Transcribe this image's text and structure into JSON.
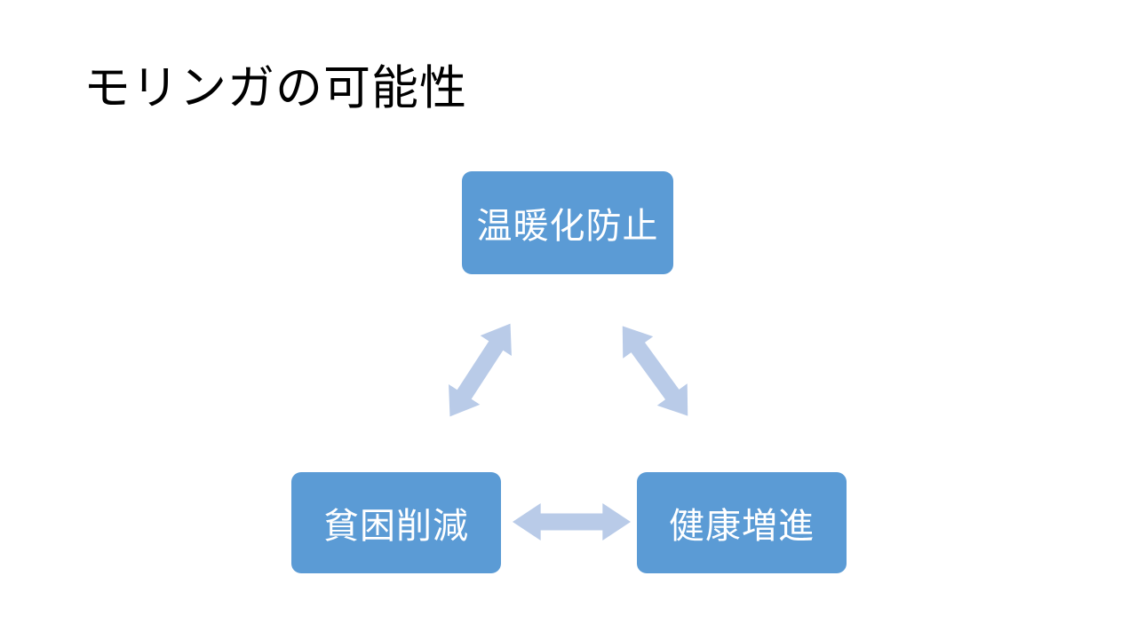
{
  "slide": {
    "title": "モリンガの可能性",
    "diagram": {
      "type": "cycle",
      "nodes": [
        {
          "position": "top",
          "label": "温暖化防止"
        },
        {
          "position": "bottom-left",
          "label": "貧困削減"
        },
        {
          "position": "bottom-right",
          "label": "健康増進"
        }
      ],
      "connections": [
        {
          "from": "bottom-left",
          "to": "top",
          "style": "double-headed-arrow"
        },
        {
          "from": "top",
          "to": "bottom-right",
          "style": "double-headed-arrow"
        },
        {
          "from": "bottom-left",
          "to": "bottom-right",
          "style": "double-headed-arrow"
        }
      ]
    },
    "colors": {
      "background": "#FFFFFF",
      "node_fill": "#5B9BD5",
      "node_text": "#FFFFFF",
      "arrow_fill": "#B9CBE8",
      "title_text": "#000000"
    }
  }
}
